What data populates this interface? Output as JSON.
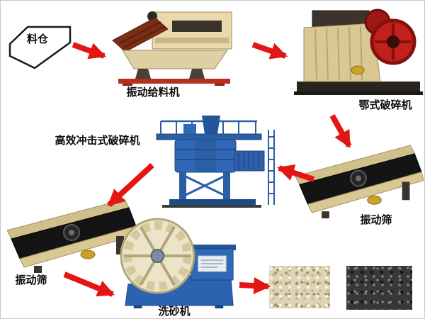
{
  "nodes": {
    "hopper": {
      "label": "料仓"
    },
    "vibrating_feeder": {
      "label": "振动给料机"
    },
    "jaw_crusher": {
      "label": "鄂式破碎机"
    },
    "vibrating_screen_right": {
      "label": "振动筛"
    },
    "impact_crusher": {
      "label": "高效冲击式破碎机"
    },
    "vibrating_screen_left": {
      "label": "振动筛"
    },
    "sand_washer": {
      "label": "洗砂机"
    }
  },
  "colors": {
    "arrow_red": "#e21613",
    "machine_beige": "#d9c894",
    "machine_blue": "#2b63b0",
    "flywheel_red": "#c3201c",
    "screen_deck_black": "#141414",
    "feeder_deck_maroon": "#7c2d16",
    "base_red": "#b5301d",
    "logo_gold": "#c9a227",
    "background": "#ffffff"
  }
}
